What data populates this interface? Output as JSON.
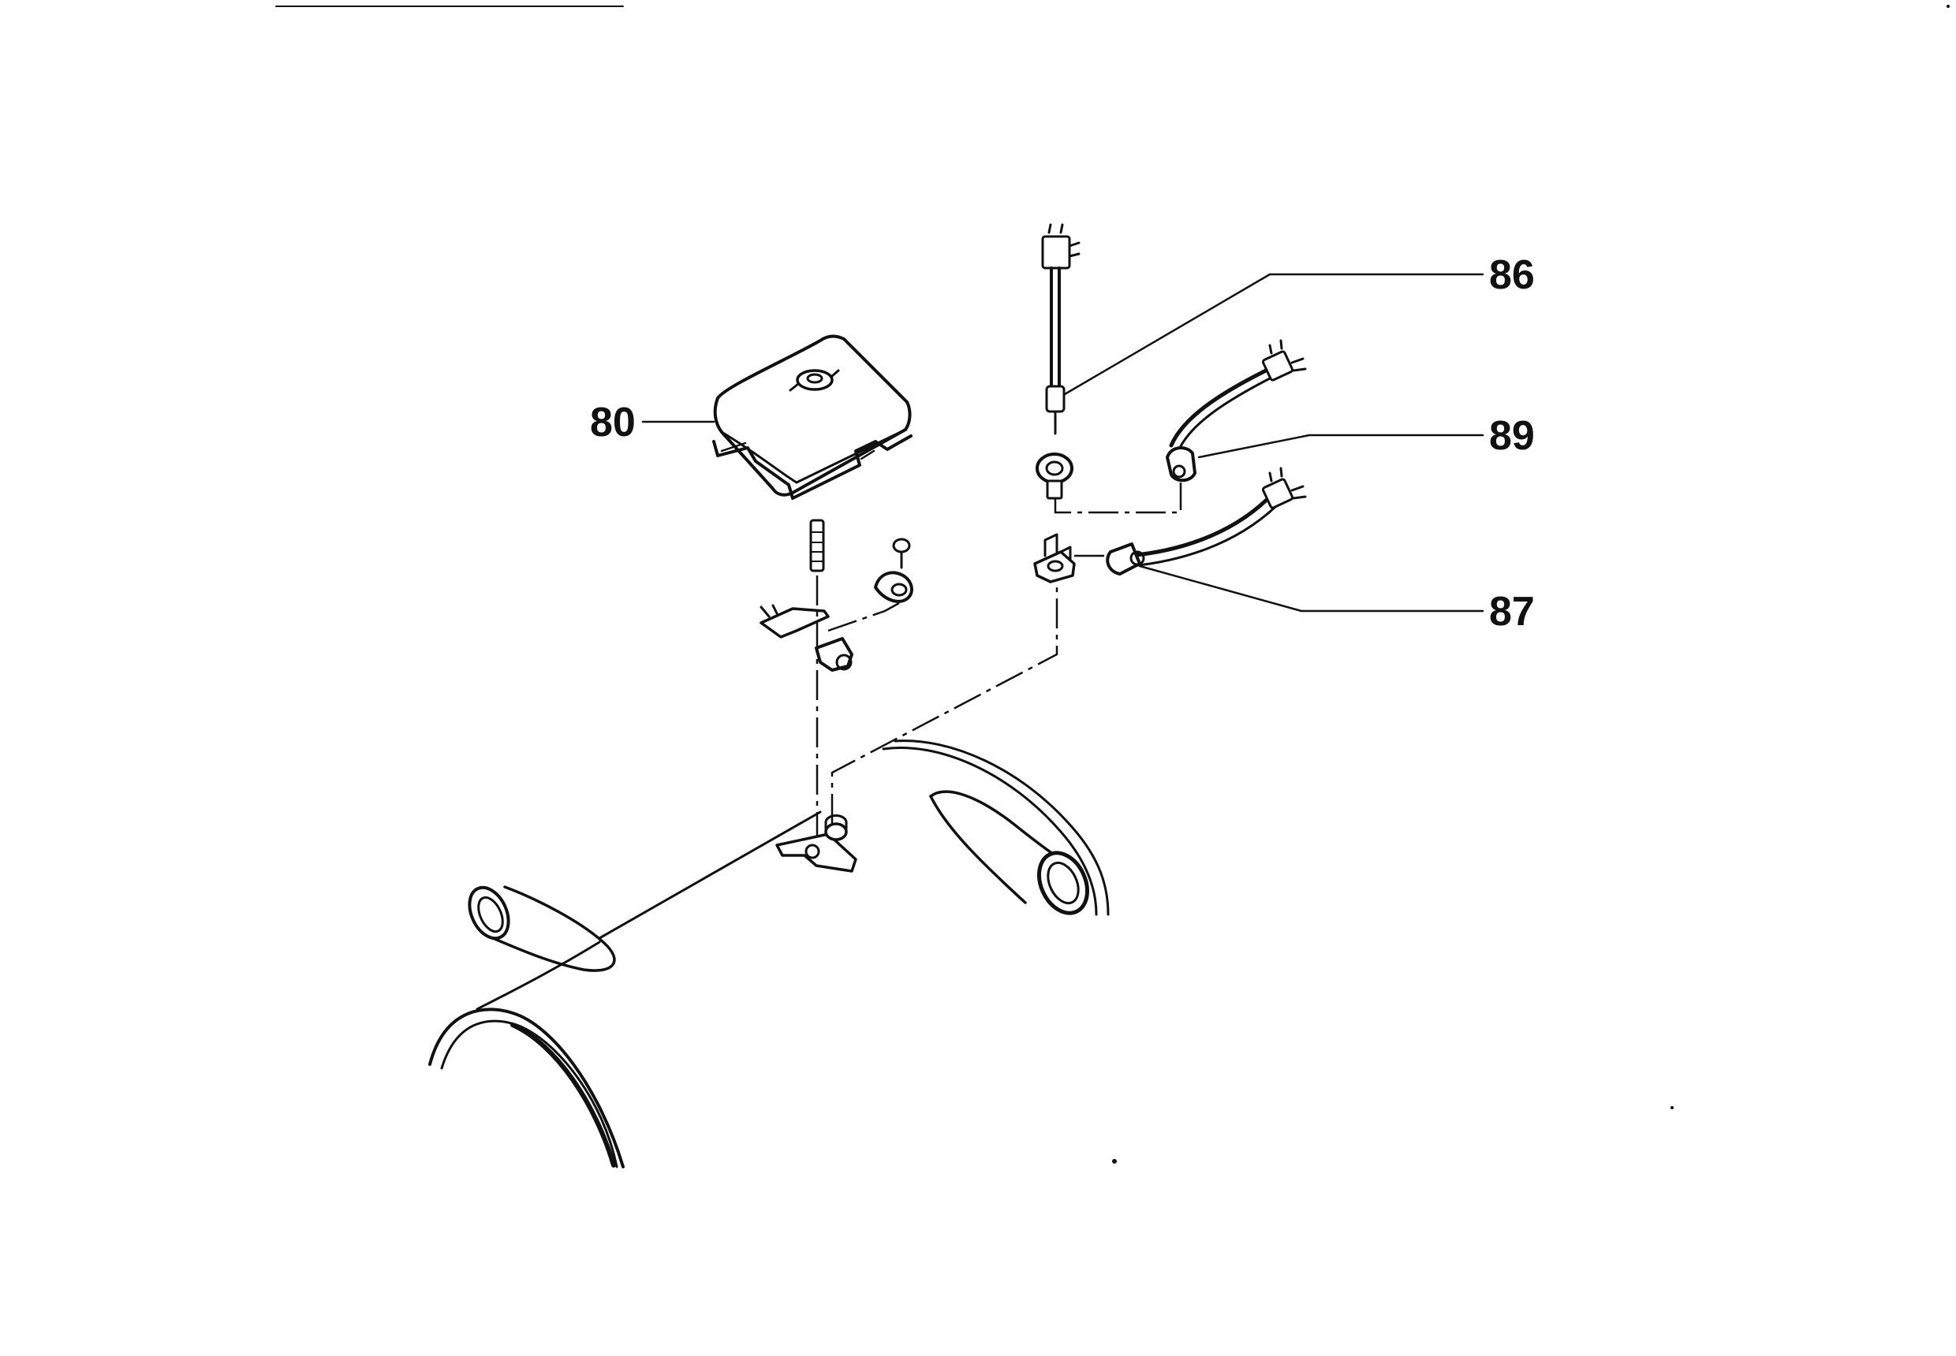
{
  "diagram": {
    "callouts": [
      {
        "id": "c80",
        "label": "80"
      },
      {
        "id": "c86",
        "label": "86"
      },
      {
        "id": "c89",
        "label": "89"
      },
      {
        "id": "c87",
        "label": "87"
      }
    ]
  }
}
